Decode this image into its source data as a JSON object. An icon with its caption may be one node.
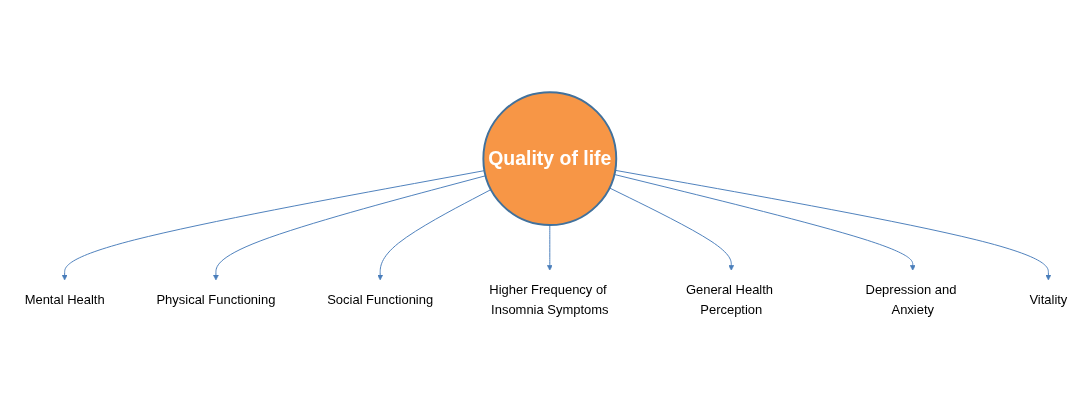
{
  "diagram": {
    "nodes": [
      {
        "text": [
          "Physical Functioning"
        ]
      },
      {
        "text": [
          "Mental Health"
        ]
      },
      {
        "text": [
          "Social Functioning"
        ]
      },
      {
        "text": [
          "Quality of life"
        ]
      },
      {
        "text": [
          "Higher Frequency of Insomnia Symptoms"
        ]
      },
      {
        "text": [
          "General Health Perception"
        ]
      },
      {
        "text": [
          "Depression and Anxiety"
        ]
      },
      {
        "text": [
          "Vitality"
        ]
      }
    ],
    "edges": [
      {
        "from": 3,
        "to": 1,
        "arrow": "to"
      },
      {
        "from": 3,
        "to": 0,
        "arrow": "to"
      },
      {
        "from": 3,
        "to": 2,
        "arrow": "to"
      },
      {
        "from": 3,
        "to": 4,
        "arrow": "to"
      },
      {
        "from": 3,
        "to": 5,
        "arrow": "to"
      },
      {
        "from": 3,
        "to": 6,
        "arrow": "to"
      },
      {
        "from": 3,
        "to": 7,
        "arrow": "to"
      }
    ]
  }
}
